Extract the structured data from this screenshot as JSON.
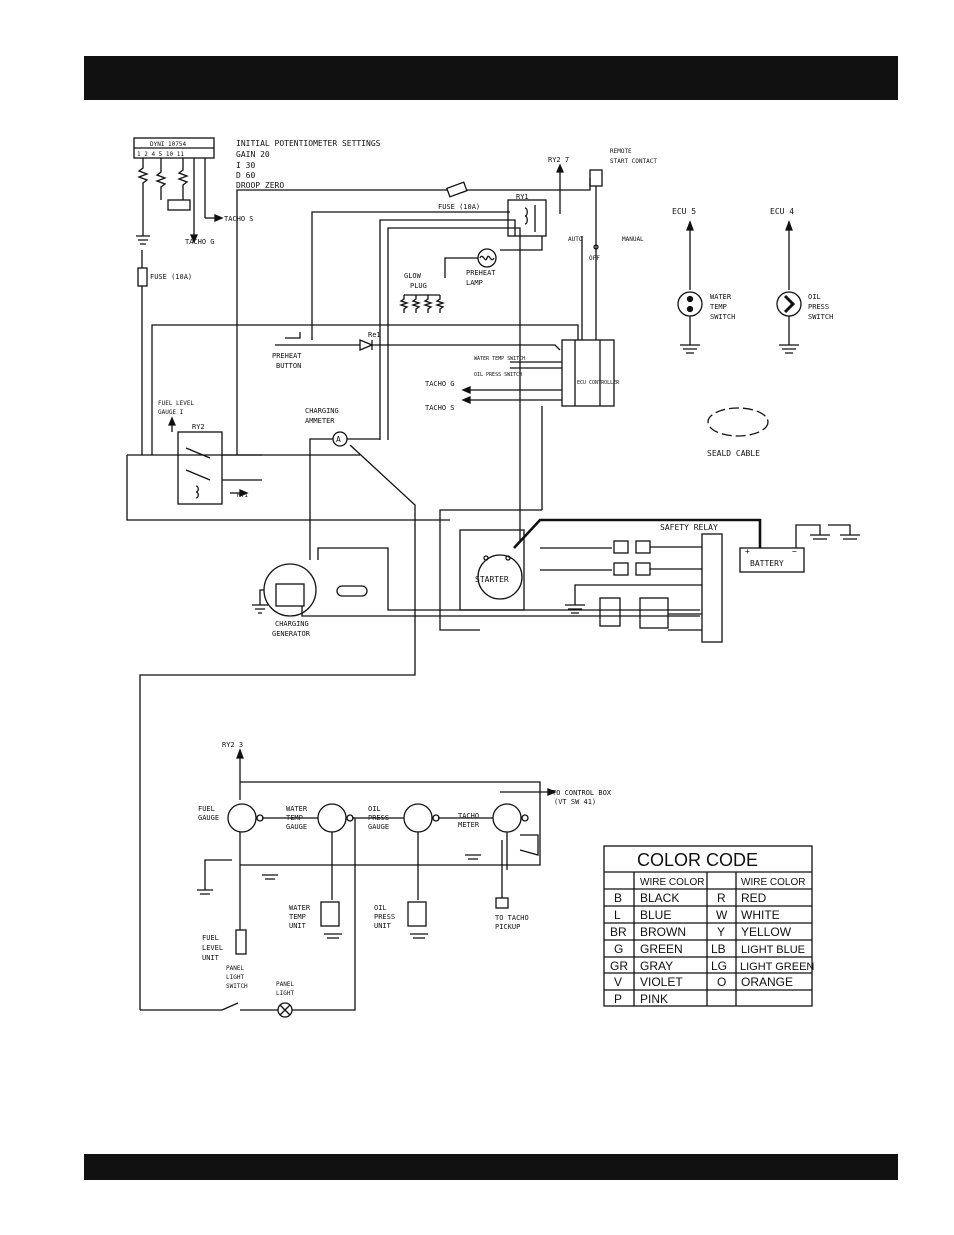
{
  "pot_settings": {
    "title": "INITIAL POTENTIOMETER SETTINGS",
    "lines": [
      "GAIN  20",
      "I     30",
      "D     60",
      "DROOP ZERO"
    ],
    "module": "DYNI 10754",
    "terminals": "1 2   4 5  10 11"
  },
  "labels": {
    "tacho_s_top": "TACHO  S",
    "tacho_g_top": "TACHO  G",
    "fuse_left": "FUSE (10A)",
    "fuse_top": "FUSE (10A)",
    "ry1": "RY1",
    "ry2_7": "RY2  7",
    "remote": "REMOTE",
    "start_contact": "START CONTACT",
    "auto": "AUTO",
    "manual": "MANUAL",
    "off": "OFF",
    "glow": "GLOW",
    "plug": "PLUG",
    "preheat": "PREHEAT",
    "lamp": "LAMP",
    "preheat_button_1": "PREHEAT",
    "preheat_button_2": "BUTTON",
    "re1": "Re1",
    "ecu5": "ECU  5",
    "ecu4": "ECU  4",
    "water_temp_switch": [
      "WATER",
      "TEMP",
      "SWITCH"
    ],
    "oil_press_switch": [
      "OIL",
      "PRESS",
      "SWITCH"
    ],
    "water_temp_sw_small": "WATER TEMP SWITCH",
    "oil_press_sw_small": "OIL PRESS SWITCH",
    "controller": "ECU CONTROLLER",
    "tacho_g_mid": "TACHO  G",
    "tacho_s_mid": "TACHO  S",
    "seald_cable": "SEALD CABLE",
    "fuel_level_gauge": [
      "FUEL LEVEL",
      "GAUGE  I"
    ],
    "ry2": "RY2",
    "ry1_2": "RY1",
    "charging_ammeter": [
      "CHARGING",
      "AMMETER"
    ],
    "safety_relay": "SAFETY RELAY",
    "starter": "STARTER",
    "battery": "BATTERY",
    "charging_generator": [
      "CHARGING",
      "GENERATOR"
    ],
    "ry2_3": "RY2  3",
    "fuel_gauge": [
      "FUEL",
      "GAUGE"
    ],
    "water_temp_gauge": [
      "WATER",
      "TEMP",
      "GAUGE"
    ],
    "oil_press_gauge": [
      "OIL",
      "PRESS",
      "GAUGE"
    ],
    "tacho_meter": [
      "TACHO",
      "METER"
    ],
    "to_control_box": "TO CONTROL BOX",
    "vt_sw": "(VT SW 41)",
    "water_temp_unit": [
      "WATER",
      "TEMP",
      "UNIT"
    ],
    "oil_press_unit": [
      "OIL",
      "PRESS",
      "UNIT"
    ],
    "to_tacho_pickup": [
      "TO TACHO",
      "PICKUP"
    ],
    "fuel_level_unit": [
      "FUEL",
      "LEVEL",
      "UNIT"
    ],
    "panel_light_switch": [
      "PANEL",
      "LIGHT",
      "SWITCH"
    ],
    "panel_light": [
      "PANEL",
      "LIGHT"
    ]
  },
  "color_code": {
    "title": "COLOR CODE",
    "header": "WIRE COLOR",
    "rows": [
      {
        "c1": "B",
        "n1": "BLACK",
        "c2": "R",
        "n2": "RED"
      },
      {
        "c1": "L",
        "n1": "BLUE",
        "c2": "W",
        "n2": "WHITE"
      },
      {
        "c1": "BR",
        "n1": "BROWN",
        "c2": "Y",
        "n2": "YELLOW"
      },
      {
        "c1": "G",
        "n1": "GREEN",
        "c2": "LB",
        "n2": "LIGHT BLUE"
      },
      {
        "c1": "GR",
        "n1": "GRAY",
        "c2": "LG",
        "n2": "LIGHT GREEN"
      },
      {
        "c1": "V",
        "n1": "VIOLET",
        "c2": "O",
        "n2": "ORANGE"
      },
      {
        "c1": "P",
        "n1": "PINK",
        "c2": "",
        "n2": ""
      }
    ]
  }
}
